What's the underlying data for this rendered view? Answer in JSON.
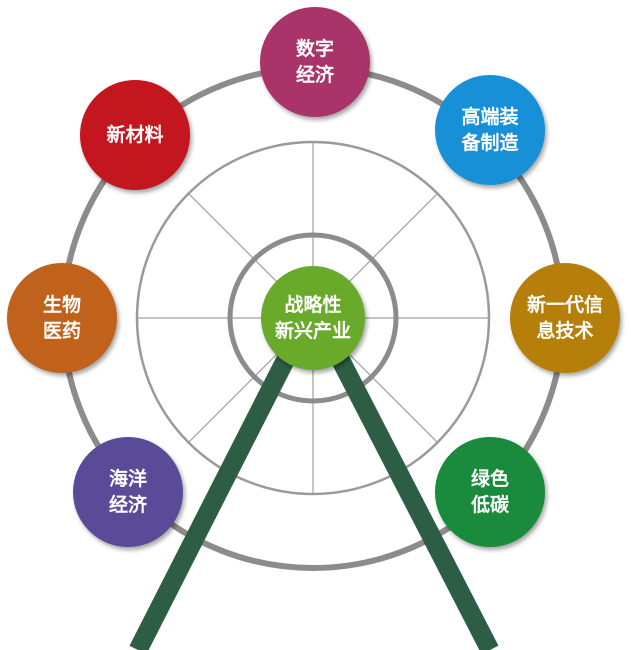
{
  "center": {
    "line1": "战略性",
    "line2": "新兴产业",
    "color": "#6AAA2A"
  },
  "nodes": [
    {
      "id": "digital-economy",
      "line1": "数字",
      "line2": "经济",
      "color": "#A8346A"
    },
    {
      "id": "high-end-equipment",
      "line1": "高端装",
      "line2": "备制造",
      "color": "#1890D8"
    },
    {
      "id": "new-generation-it",
      "line1": "新一代信",
      "line2": "息技术",
      "color": "#B57F0A"
    },
    {
      "id": "green-low-carbon",
      "line1": "绿色",
      "line2": "低碳",
      "color": "#1A8A3C"
    },
    {
      "id": "marine-economy",
      "line1": "海洋",
      "line2": "经济",
      "color": "#5A4B98"
    },
    {
      "id": "biomedicine",
      "line1": "生物",
      "line2": "医药",
      "color": "#C0621C"
    },
    {
      "id": "new-materials",
      "line1": "新材料",
      "line2": "",
      "color": "#C4161E"
    }
  ],
  "colors": {
    "ring": "#8C8C8C",
    "spoke": "#A0A0A0",
    "leg": "#2D5E45"
  }
}
